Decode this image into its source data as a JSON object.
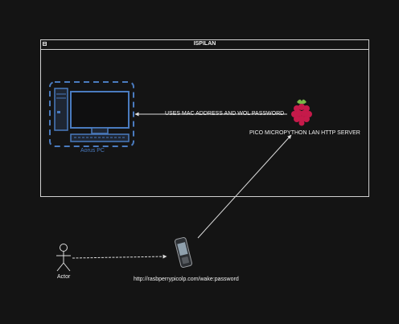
{
  "container": {
    "title": "ISPILAN"
  },
  "pc": {
    "label": "Aorus PC",
    "color": "#4a7bbf"
  },
  "pico": {
    "label": "PICO MICROPYTHON LAN HTTP SERVER",
    "icon": "raspberry-pi-icon",
    "color": "#c51a4a"
  },
  "edges": {
    "pico_to_pc": "USES MAC ADDRESS AND WOL PASSWORD",
    "phone_url": "http://rasbperrypicolp.com/wake:password"
  },
  "actor": {
    "label": "Actor",
    "icon": "stick-figure-icon"
  },
  "phone": {
    "icon": "mobile-phone-icon"
  },
  "colors": {
    "background": "#141414",
    "lines": "#dcdcdc"
  }
}
